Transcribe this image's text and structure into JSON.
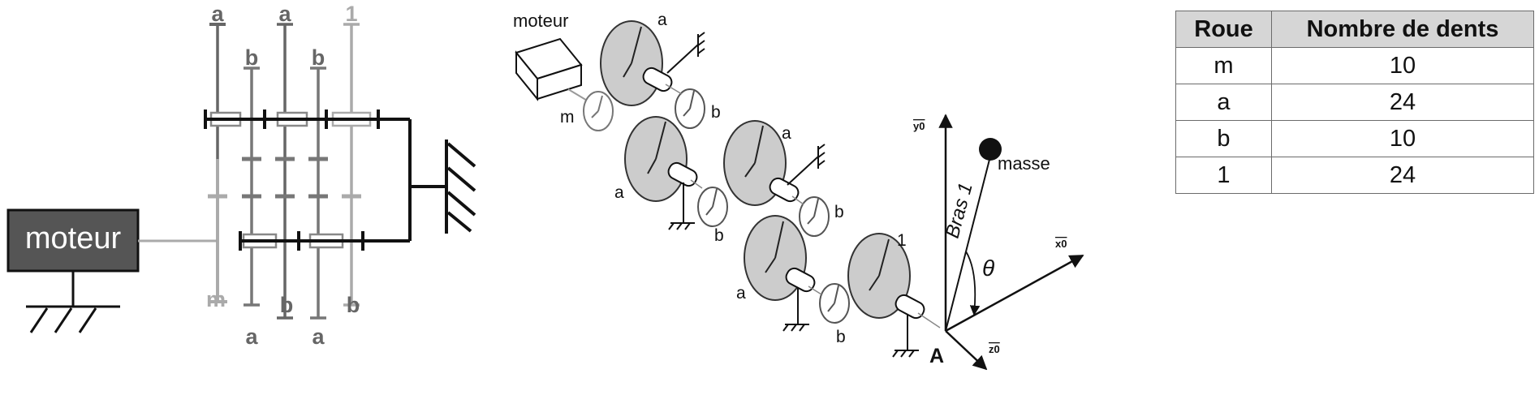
{
  "schematic": {
    "motor_label": "moteur",
    "top_labels": [
      "a",
      "b",
      "a",
      "b",
      "1"
    ],
    "bottom_labels": [
      "m",
      "b",
      "a",
      "a",
      "b"
    ]
  },
  "perspective": {
    "motor_label": "moteur",
    "gear_labels": [
      "a",
      "m",
      "b",
      "a",
      "b",
      "a",
      "b",
      "a",
      "b",
      "1"
    ],
    "arm_label": "Bras 1",
    "mass_label": "masse",
    "angle_label": "θ",
    "point_label": "A",
    "axes": {
      "y": "y0",
      "x": "x0",
      "z": "z0"
    }
  },
  "table": {
    "headers": [
      "Roue",
      "Nombre de dents"
    ],
    "rows": [
      {
        "wheel": "m",
        "teeth": "10"
      },
      {
        "wheel": "a",
        "teeth": "24"
      },
      {
        "wheel": "b",
        "teeth": "10"
      },
      {
        "wheel": "1",
        "teeth": "24"
      }
    ]
  }
}
